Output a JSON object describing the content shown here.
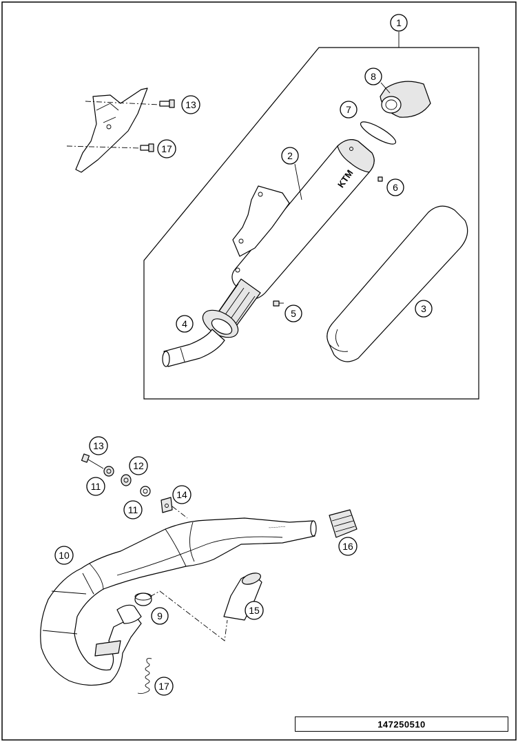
{
  "diagram": {
    "part_number": "147250510",
    "brand_mark": "KTM",
    "callouts": {
      "c1": "1",
      "c2": "2",
      "c3": "3",
      "c4": "4",
      "c5": "5",
      "c6": "6",
      "c7": "7",
      "c8": "8",
      "c9": "9",
      "c10": "10",
      "c11a": "11",
      "c11b": "11",
      "c12": "12",
      "c13a": "13",
      "c13b": "13",
      "c14": "14",
      "c15": "15",
      "c16": "16",
      "c17a": "17",
      "c17b": "17"
    }
  }
}
